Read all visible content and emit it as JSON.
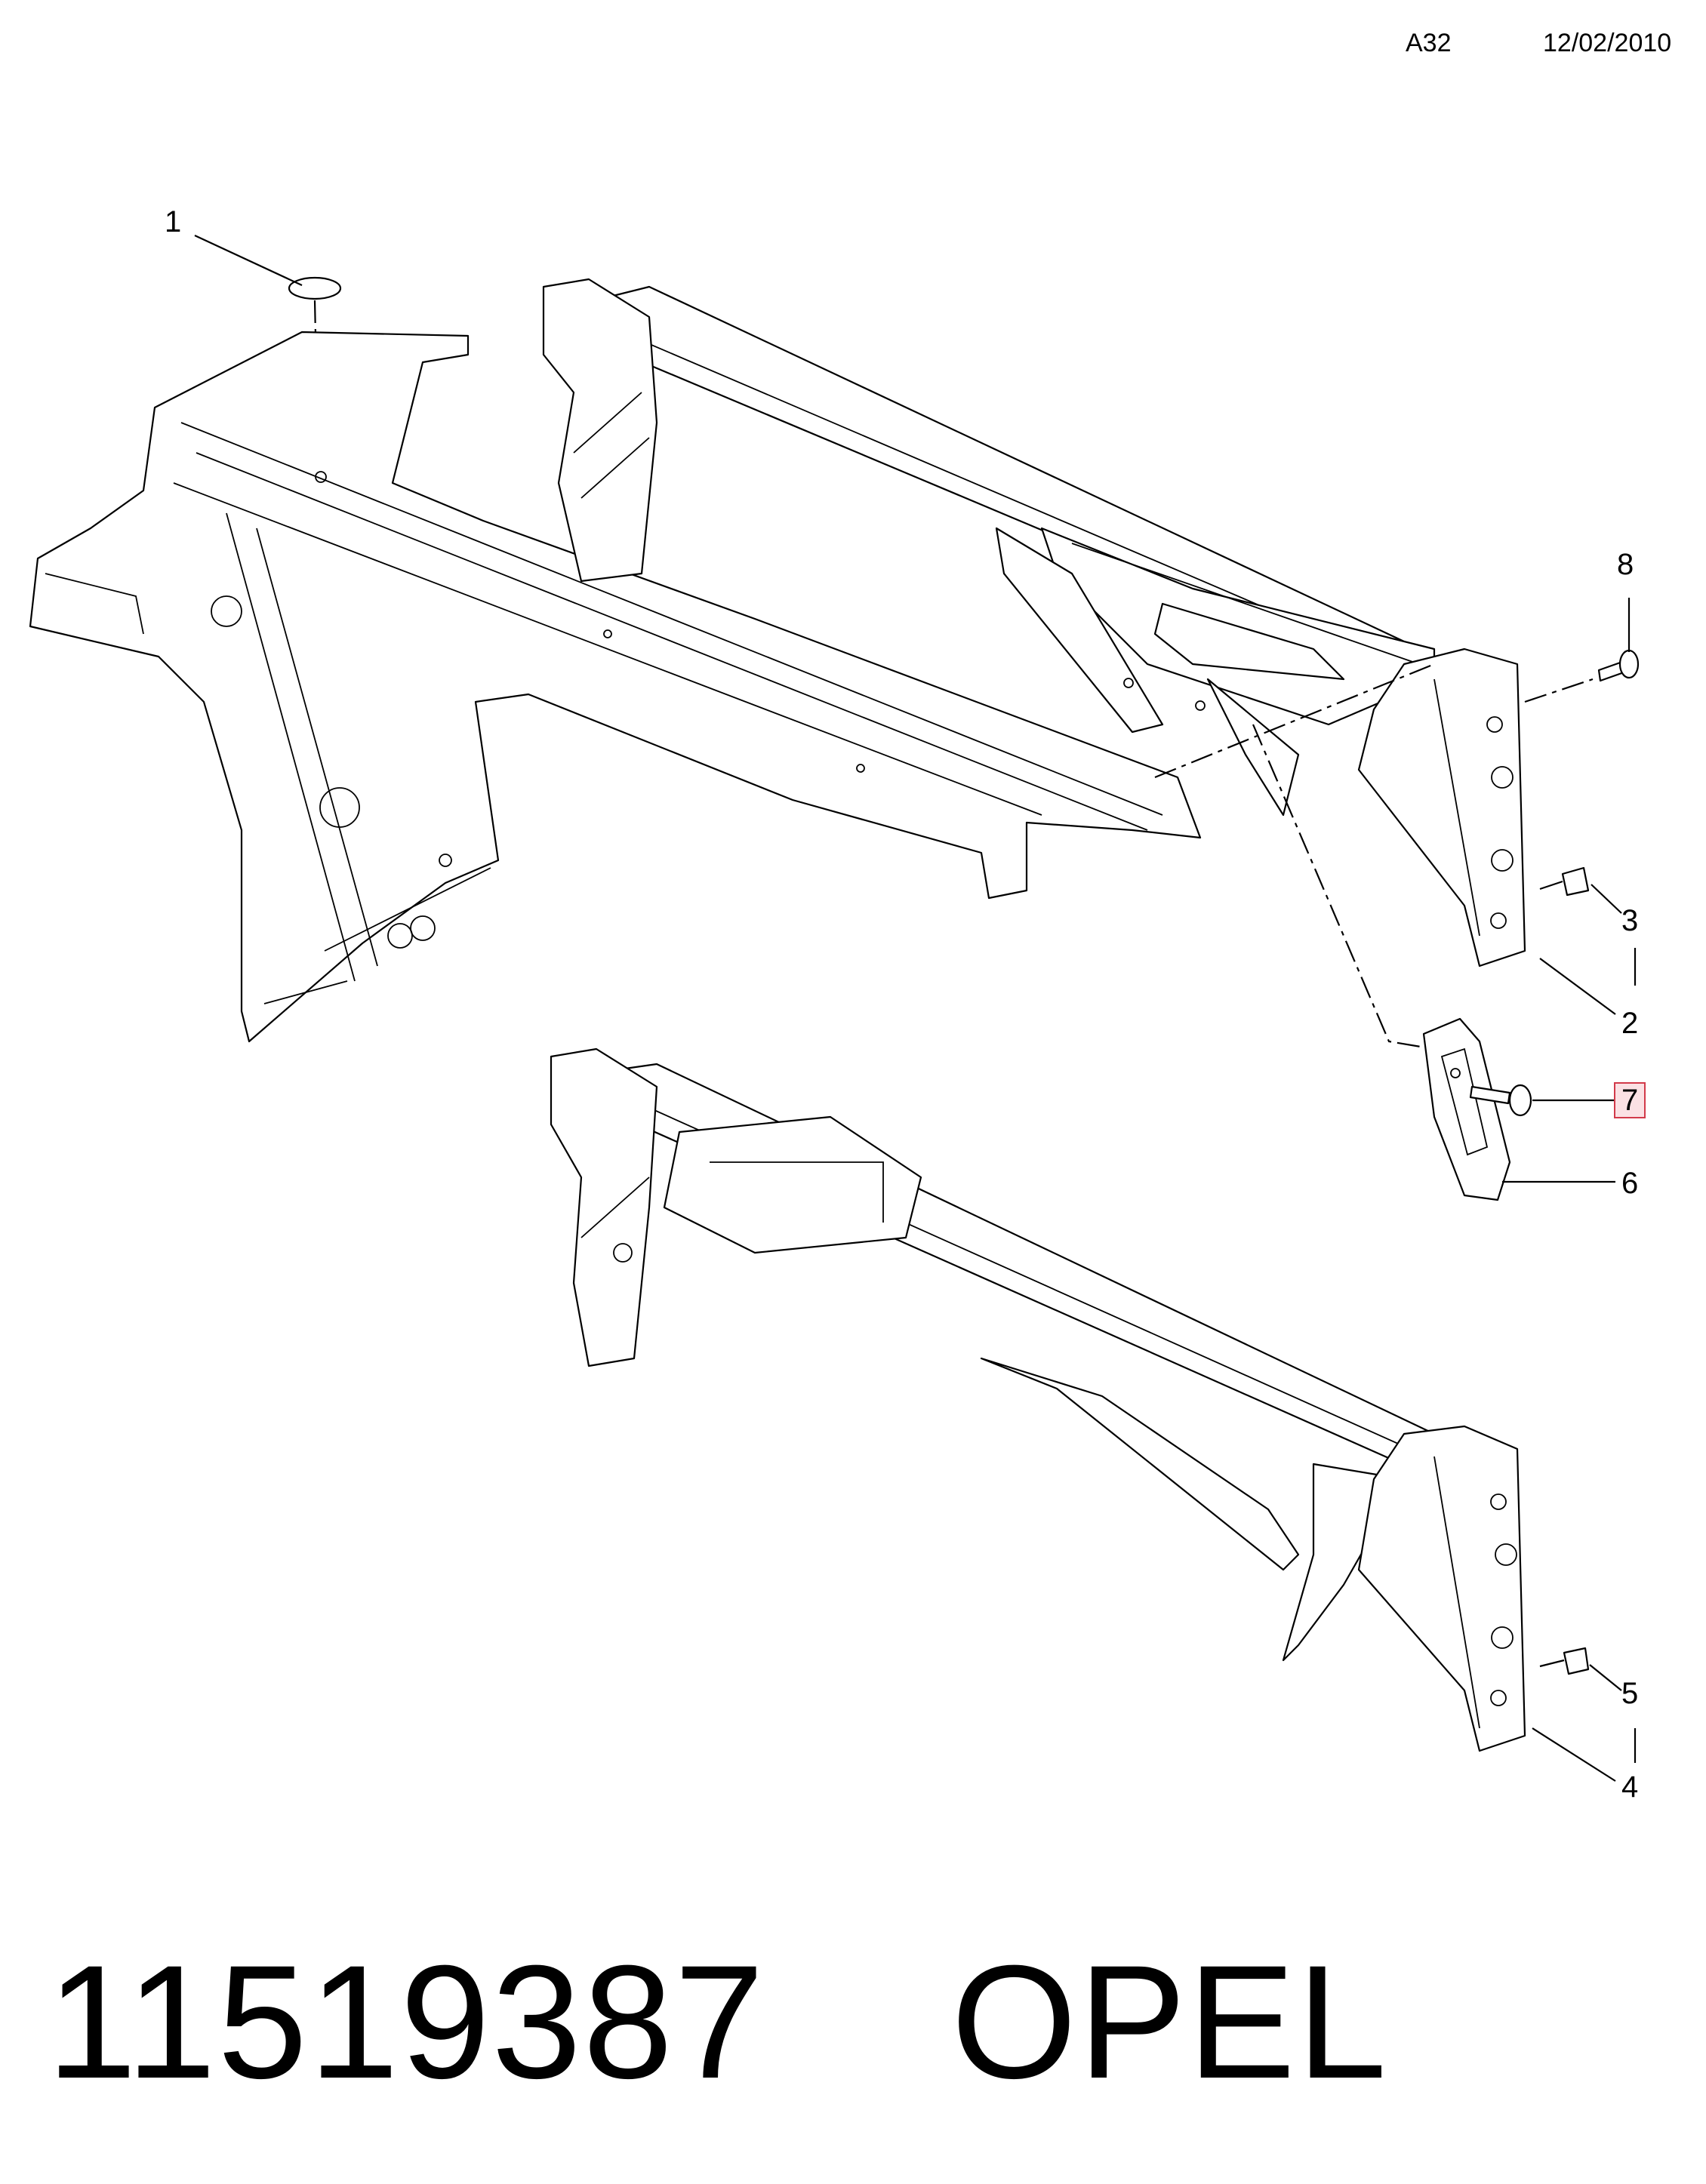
{
  "header": {
    "code": "A32",
    "date": "12/02/2010"
  },
  "callouts": [
    {
      "id": "1",
      "label": "1"
    },
    {
      "id": "2",
      "label": "2"
    },
    {
      "id": "3",
      "label": "3"
    },
    {
      "id": "4",
      "label": "4"
    },
    {
      "id": "5",
      "label": "5"
    },
    {
      "id": "6",
      "label": "6"
    },
    {
      "id": "7",
      "label": "7",
      "highlighted": true
    },
    {
      "id": "8",
      "label": "8"
    }
  ],
  "footer": {
    "part_number": "11519387",
    "brand": "OPEL"
  },
  "colors": {
    "highlight_border": "#d23a4a",
    "highlight_fill": "#fbe1e4",
    "line": "#000000"
  }
}
